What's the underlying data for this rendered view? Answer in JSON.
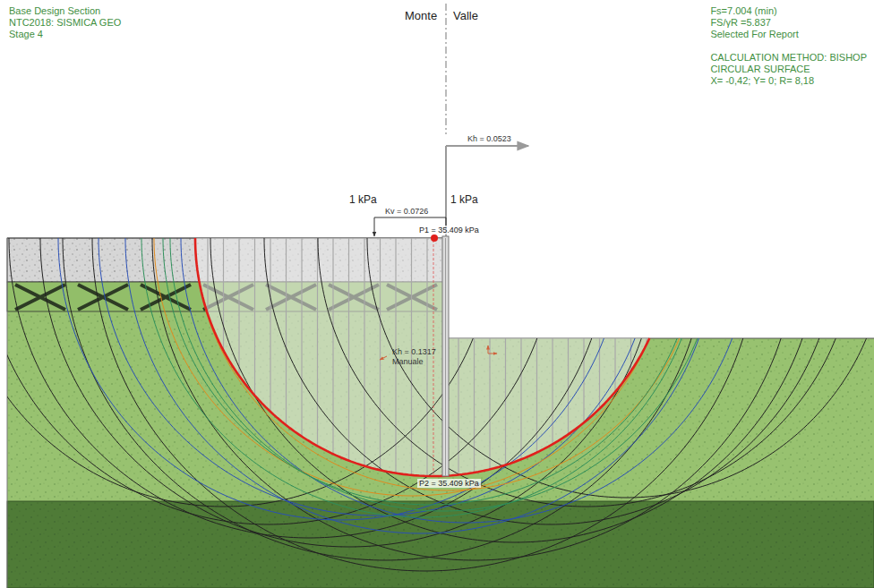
{
  "diagram": {
    "labels": [
      "Base Design Section",
      "NTC2018: SISMICA GEO",
      "Stage 4",
      "Monte",
      "Valle",
      "Fs=7.004 (min)",
      "FS/γR =5.837",
      "Selected For Report",
      "CALCULATION METHOD: BISHOP",
      "CIRCULAR SURFACE",
      "X= -0,42; Y= 0; R= 8,18",
      "Kh = 0.0523",
      "1 kPa",
      "1 kPa",
      "Kv = 0.0726",
      "P1 = 35.409 kPa",
      "Kh = 0.1317",
      "Manuale",
      "P2 = 35.409 kPa"
    ]
  }
}
